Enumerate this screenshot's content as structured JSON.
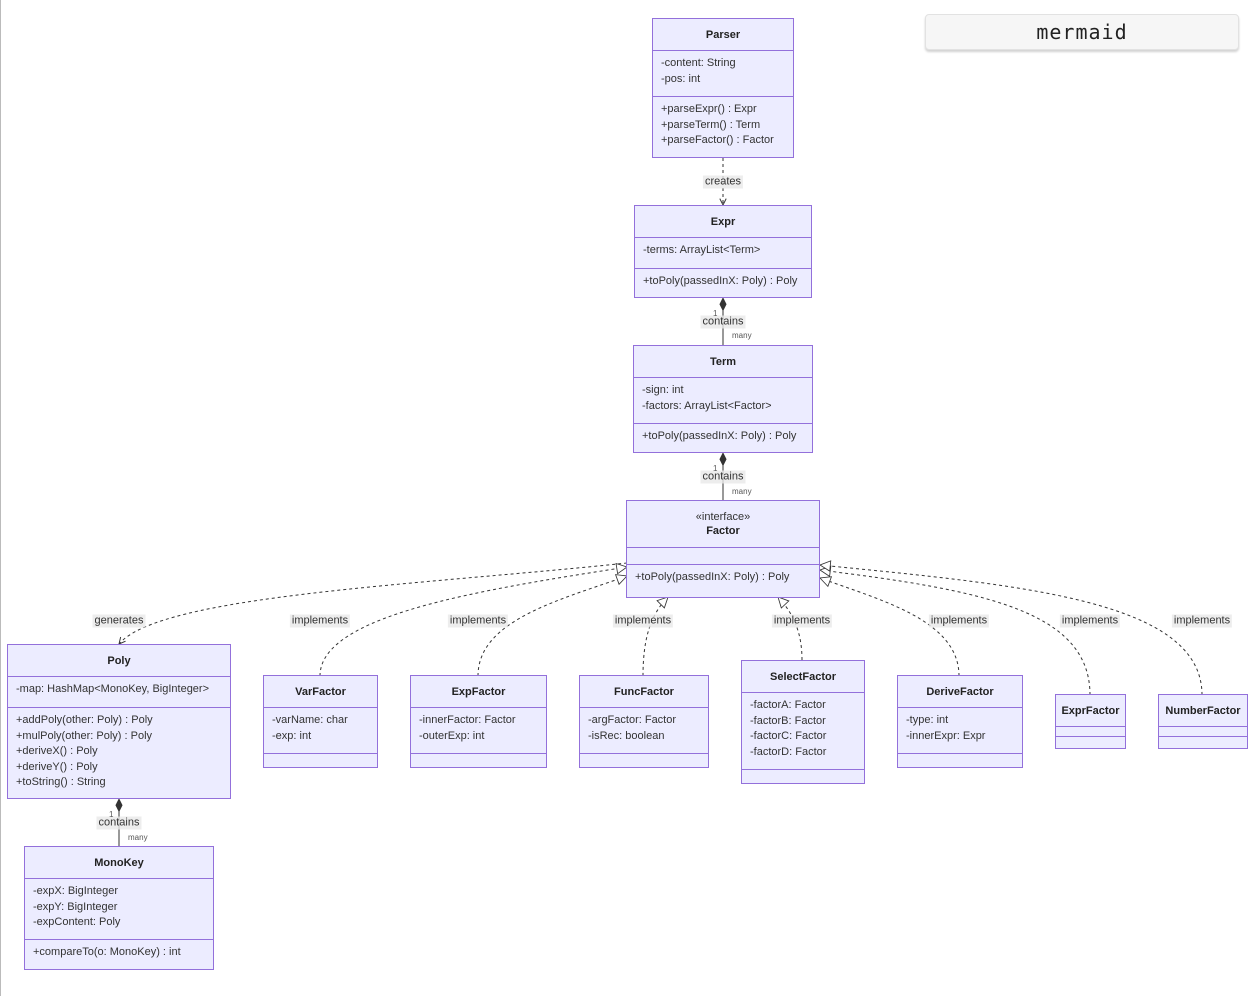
{
  "title": "mermaid",
  "classes": {
    "parser": {
      "name": "Parser",
      "attributes": [
        "-content: String",
        "-pos: int"
      ],
      "methods": [
        "+parseExpr() : Expr",
        "+parseTerm() : Term",
        "+parseFactor() : Factor"
      ]
    },
    "expr": {
      "name": "Expr",
      "attributes": [
        "-terms: ArrayList<Term>"
      ],
      "methods": [
        "+toPoly(passedInX: Poly) : Poly"
      ]
    },
    "term": {
      "name": "Term",
      "attributes": [
        "-sign: int",
        "-factors: ArrayList<Factor>"
      ],
      "methods": [
        "+toPoly(passedInX: Poly) : Poly"
      ]
    },
    "factor": {
      "name": "Factor",
      "stereotype": "«interface»",
      "attributes": [],
      "methods": [
        "+toPoly(passedInX: Poly) : Poly"
      ]
    },
    "poly": {
      "name": "Poly",
      "attributes": [
        "-map: HashMap<MonoKey, BigInteger>"
      ],
      "methods": [
        "+addPoly(other: Poly) : Poly",
        "+mulPoly(other: Poly) : Poly",
        "+deriveX() : Poly",
        "+deriveY() : Poly",
        "+toString() : String"
      ]
    },
    "monokey": {
      "name": "MonoKey",
      "attributes": [
        "-expX: BigInteger",
        "-expY: BigInteger",
        "-expContent: Poly"
      ],
      "methods": [
        "+compareTo(o: MonoKey) : int"
      ]
    },
    "varfactor": {
      "name": "VarFactor",
      "attributes": [
        "-varName: char",
        "-exp: int"
      ],
      "methods": []
    },
    "expfactor": {
      "name": "ExpFactor",
      "attributes": [
        "-innerFactor: Factor",
        "-outerExp: int"
      ],
      "methods": []
    },
    "funcfactor": {
      "name": "FuncFactor",
      "attributes": [
        "-argFactor: Factor",
        "-isRec: boolean"
      ],
      "methods": []
    },
    "selectfactor": {
      "name": "SelectFactor",
      "attributes": [
        "-factorA: Factor",
        "-factorB: Factor",
        "-factorC: Factor",
        "-factorD: Factor"
      ],
      "methods": []
    },
    "derivefactor": {
      "name": "DeriveFactor",
      "attributes": [
        "-type: int",
        "-innerExpr: Expr"
      ],
      "methods": []
    },
    "exprfactor": {
      "name": "ExprFactor",
      "attributes": [],
      "methods": []
    },
    "numberfactor": {
      "name": "NumberFactor",
      "attributes": [],
      "methods": []
    }
  },
  "relations": {
    "creates": "creates",
    "contains": "contains",
    "generates": "generates",
    "implements": "implements",
    "one": "1",
    "many": "many"
  },
  "colors": {
    "node_fill": "#ECECFF",
    "node_border": "#9370DB",
    "edge": "#333333"
  }
}
